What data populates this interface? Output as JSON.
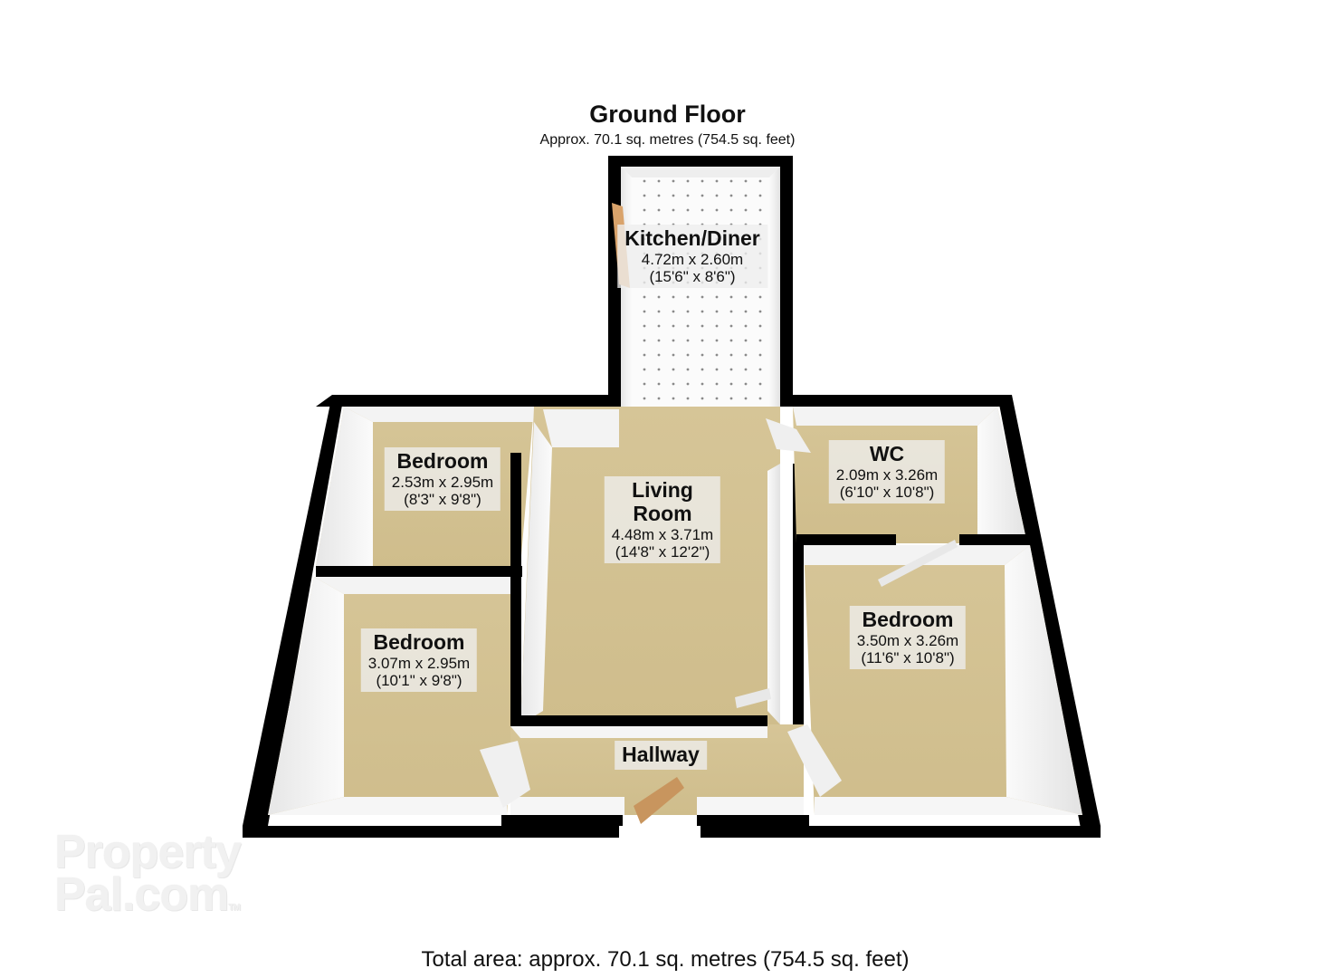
{
  "floor": {
    "title": "Ground Floor",
    "area": "Approx. 70.1 sq. metres (754.5 sq. feet)"
  },
  "rooms": {
    "kitchen": {
      "name": "Kitchen/Diner",
      "metric": "4.72m x 2.60m",
      "imperial": "(15'6\" x 8'6\")"
    },
    "bedroom1": {
      "name": "Bedroom",
      "metric": "2.53m x 2.95m",
      "imperial": "(8'3\" x 9'8\")"
    },
    "living": {
      "name_line1": "Living",
      "name_line2": "Room",
      "metric": "4.48m x 3.71m",
      "imperial": "(14'8\" x 12'2\")"
    },
    "wc": {
      "name": "WC",
      "metric": "2.09m x 3.26m",
      "imperial": "(6'10\" x 10'8\")"
    },
    "bedroom2": {
      "name": "Bedroom",
      "metric": "3.07m x 2.95m",
      "imperial": "(10'1\" x 9'8\")"
    },
    "bedroom3": {
      "name": "Bedroom",
      "metric": "3.50m x 3.26m",
      "imperial": "(11'6\" x 10'8\")"
    },
    "hallway": {
      "name": "Hallway"
    }
  },
  "total_area": "Total area: approx. 70.1 sq. metres (754.5 sq. feet)",
  "watermark": {
    "line1": "Property",
    "line2": "Pal.com",
    "mark": "TM"
  },
  "colors": {
    "floor": "#d2c090",
    "wall_face": "#f4f4f4",
    "wall_top": "#000000",
    "tile_dot": "#8a8a8a"
  }
}
